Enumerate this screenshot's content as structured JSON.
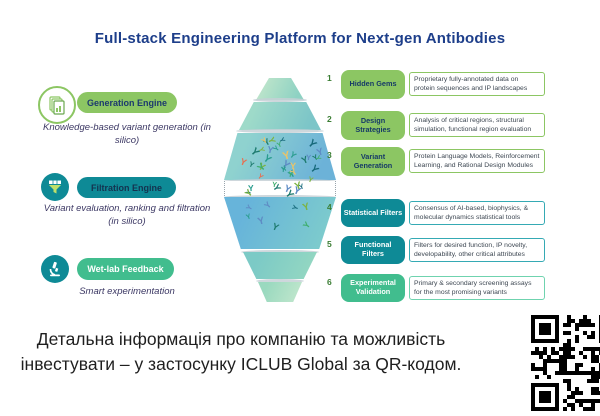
{
  "title": "Full-stack Engineering Platform for Next-gen Antibodies",
  "colors": {
    "navy": "#1d3e8a",
    "green": "#8cc663",
    "teal": "#0e8a96",
    "emerald": "#41bd8e",
    "number_green": "#3a7d33",
    "caption_violet": "#3c3864",
    "desc_text": "#3d4752",
    "footer_text": "#1f1f1f"
  },
  "left": {
    "items": [
      {
        "icon": "documents-icon",
        "label": "Generation Engine",
        "caption": "Knowledge-based variant generation (in silico)"
      },
      {
        "icon": "funnel-icon",
        "label": "Filtration Engine",
        "caption": "Variant evaluation, ranking and filtration (in silico)"
      },
      {
        "icon": "microscope-icon",
        "label": "Wet-lab Feedback",
        "caption": "Smart experimentation"
      }
    ]
  },
  "right": {
    "steps": [
      {
        "number": "1",
        "label": "Hidden Gems",
        "description": "Proprietary fully-annotated data on protein sequences and IP landscapes"
      },
      {
        "number": "2",
        "label": "Design Strategies",
        "description": "Analysis of critical regions, structural simulation, functional region evaluation"
      },
      {
        "number": "3",
        "label": "Variant Generation",
        "description": "Protein Language Models, Reinforcement Learning, and Rational Design Modules"
      },
      {
        "number": "4",
        "label": "Statistical Filters",
        "description": "Consensus of AI-based, biophysics, & molecular dynamics statistical tools"
      },
      {
        "number": "5",
        "label": "Functional Filters",
        "description": "Filters for desired function, IP novelty, developability, other critical attributes"
      },
      {
        "number": "6",
        "label": "Experimental Validation",
        "description": "Primary & secondary screening assays for the most promising variants"
      }
    ]
  },
  "funnel": {
    "segments": [
      {
        "from": "#b9e3ca",
        "to": "#8ed2c3"
      },
      {
        "from": "#9edac9",
        "to": "#7cc5c8"
      },
      {
        "from": "#8fd2cf",
        "to": "#6cb2d8"
      },
      {
        "from": "#67b4da",
        "to": "#7ccacd"
      },
      {
        "from": "#7ccac6",
        "to": "#92d6c2"
      },
      {
        "from": "#9ad9bf",
        "to": "#bce5cb"
      }
    ],
    "antibody_colors": [
      "#2a9d8f",
      "#16697a",
      "#7cb342",
      "#e9c46a",
      "#e76f51",
      "#5e8bc4",
      "#1d7a6e",
      "#3fae6e"
    ]
  },
  "footer": {
    "line1": "Детальна інформація про компанію та можливість",
    "line2": "інвестувати – у застосунку ICLUB Global за QR-кодом."
  }
}
